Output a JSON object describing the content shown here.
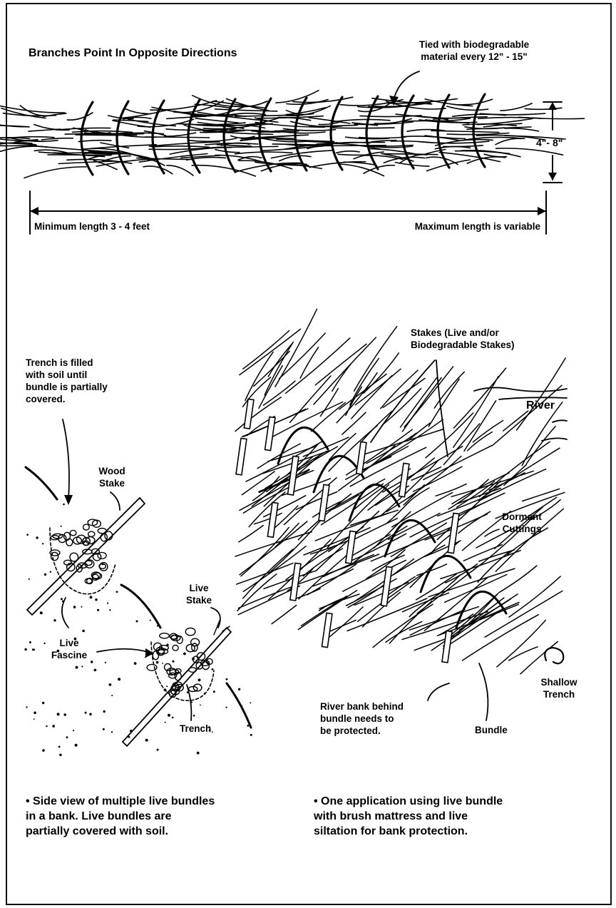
{
  "top_figure": {
    "title": "Branches Point In Opposite Directions",
    "tie_note": "Tied with biodegradable\nmaterial every 12\" - 15\"",
    "diameter": "4\"- 8\"",
    "min_length": "Minimum length 3 - 4 feet",
    "max_length": "Maximum length is variable"
  },
  "left_figure": {
    "trench_note": "Trench is filled\nwith soil until\nbundle is partially\ncovered.",
    "wood_stake": "Wood\nStake",
    "live_stake": "Live\nStake",
    "live_fascine": "Live\nFascine",
    "trench": "Trench",
    "caption": "• Side view of multiple live bundles\n  in a bank. Live bundles are\n  partially covered with soil."
  },
  "right_figure": {
    "stakes_note": "Stakes (Live and/or\nBiodegradable Stakes)",
    "river": "River",
    "dormant_cuttings": "Dormant\nCuttings",
    "shallow_trench": "Shallow\nTrench",
    "bundle": "Bundle",
    "bank_note": "River bank behind\nbundle needs to\nbe protected.",
    "caption": "• One application using live bundle\n  with brush mattress and live\n  siltation for bank protection."
  }
}
